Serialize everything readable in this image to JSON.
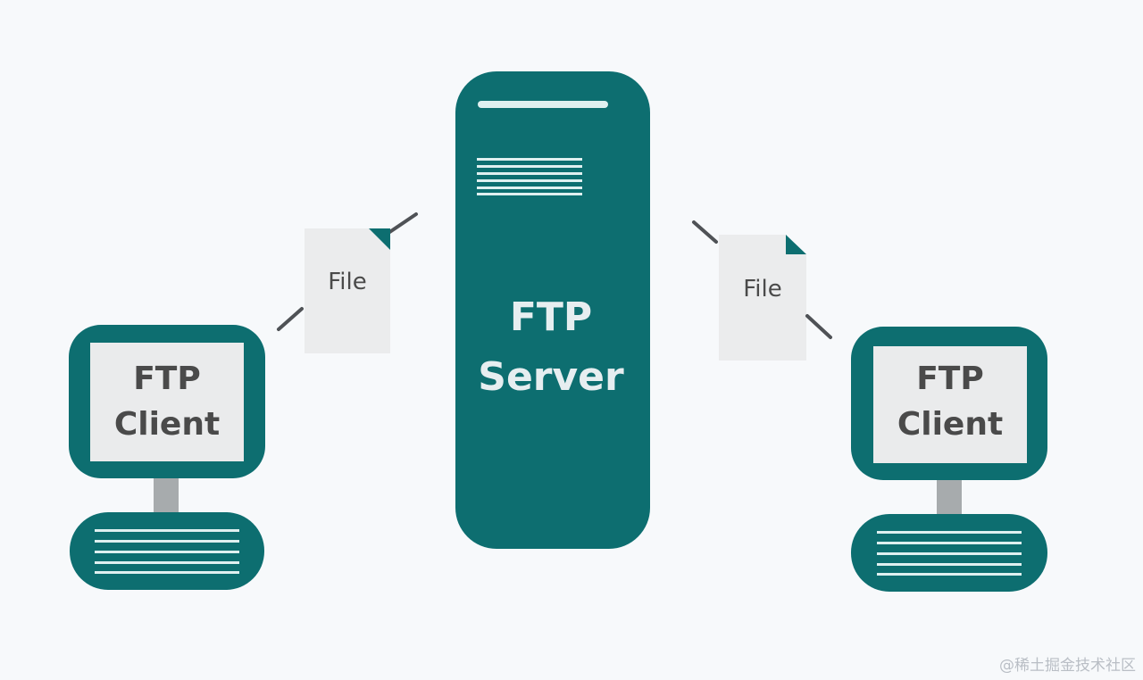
{
  "server": {
    "line1": "FTP",
    "line2": "Server"
  },
  "clients": [
    {
      "line1": "FTP",
      "line2": "Client"
    },
    {
      "line1": "FTP",
      "line2": "Client"
    }
  ],
  "files": [
    {
      "label": "File"
    },
    {
      "label": "File"
    }
  ],
  "watermark": "@稀土掘金技术社区",
  "colors": {
    "teal": "#0d6e70",
    "screen": "#eaebec",
    "paper": "#ebeced",
    "text": "#4a4a4a",
    "lines": "#dff0f0",
    "neck": "#a7abad",
    "arrow": "#4f5256",
    "background": "#f7f9fb"
  }
}
